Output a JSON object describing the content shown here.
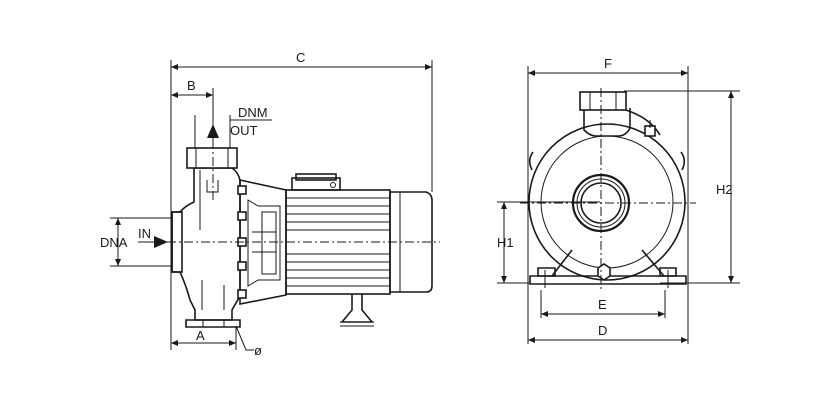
{
  "labels": {
    "C": "C",
    "B": "B",
    "DNM": "DNM",
    "OUT": "OUT",
    "IN": "IN",
    "DNA": "DNA",
    "A": "A",
    "phi": "ø",
    "F": "F",
    "H2": "H2",
    "H1": "H1",
    "E": "E",
    "D": "D"
  },
  "colors": {
    "line": "#1a1a1a",
    "background": "#ffffff"
  }
}
